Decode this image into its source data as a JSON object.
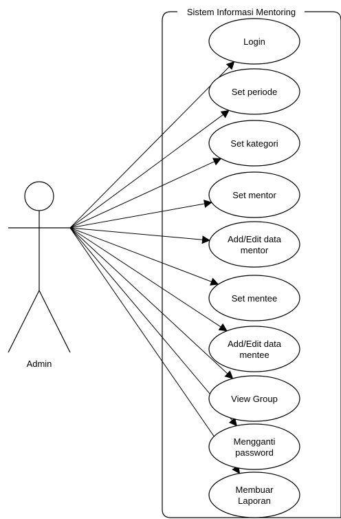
{
  "system": {
    "title": "Sistem Informasi Mentoring"
  },
  "actor": {
    "name": "Admin"
  },
  "use_cases": [
    {
      "lines": [
        "Login"
      ]
    },
    {
      "lines": [
        "Set periode"
      ]
    },
    {
      "lines": [
        "Set kategori"
      ]
    },
    {
      "lines": [
        "Set mentor"
      ]
    },
    {
      "lines": [
        "Add/Edit data",
        "mentor"
      ]
    },
    {
      "lines": [
        "Set mentee"
      ]
    },
    {
      "lines": [
        "Add/Edit data",
        "mentee"
      ]
    },
    {
      "lines": [
        "View Group"
      ]
    },
    {
      "lines": [
        "Mengganti",
        "password"
      ]
    },
    {
      "lines": [
        "Membuar",
        "Laporan"
      ]
    }
  ]
}
